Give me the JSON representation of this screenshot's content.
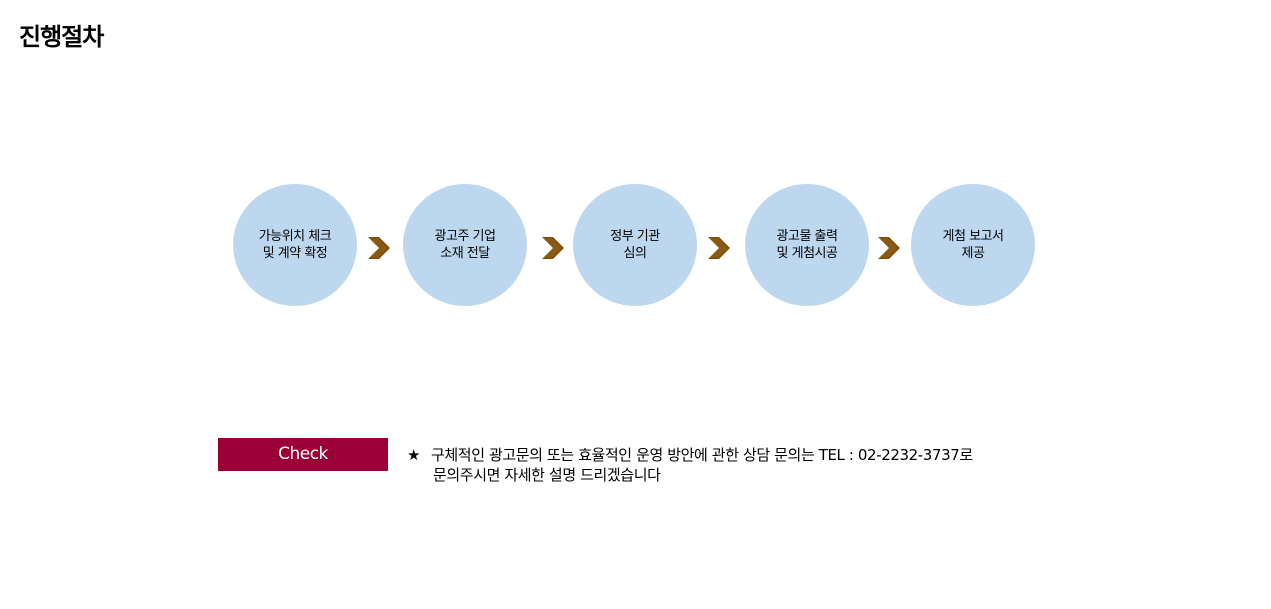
{
  "page": {
    "title": "진행절차"
  },
  "steps": [
    {
      "line1": "가능위치 체크",
      "line2": "및 계약 확정"
    },
    {
      "line1": "광고주 기업",
      "line2": "소재 전달"
    },
    {
      "line1": "정부 기관",
      "line2": "심의"
    },
    {
      "line1": "광고물 출력",
      "line2": "및 게첨시공"
    },
    {
      "line1": "게첨 보고서",
      "line2": "제공"
    }
  ],
  "check": {
    "label": "Check",
    "star": "★",
    "line1": "구체적인 광고문의 또는 효율적인 운영 방안에 관한  상담 문의는 TEL : 02-2232-3737로",
    "line2": "문의주시면 자세한 설명 드리겠습니다"
  },
  "colors": {
    "circle": "#bdd7ee",
    "arrow": "#7f4f0a",
    "check_bg": "#9a0036"
  },
  "icons": {
    "step_arrow": "chevron-right-icon",
    "notice": "star-icon"
  }
}
